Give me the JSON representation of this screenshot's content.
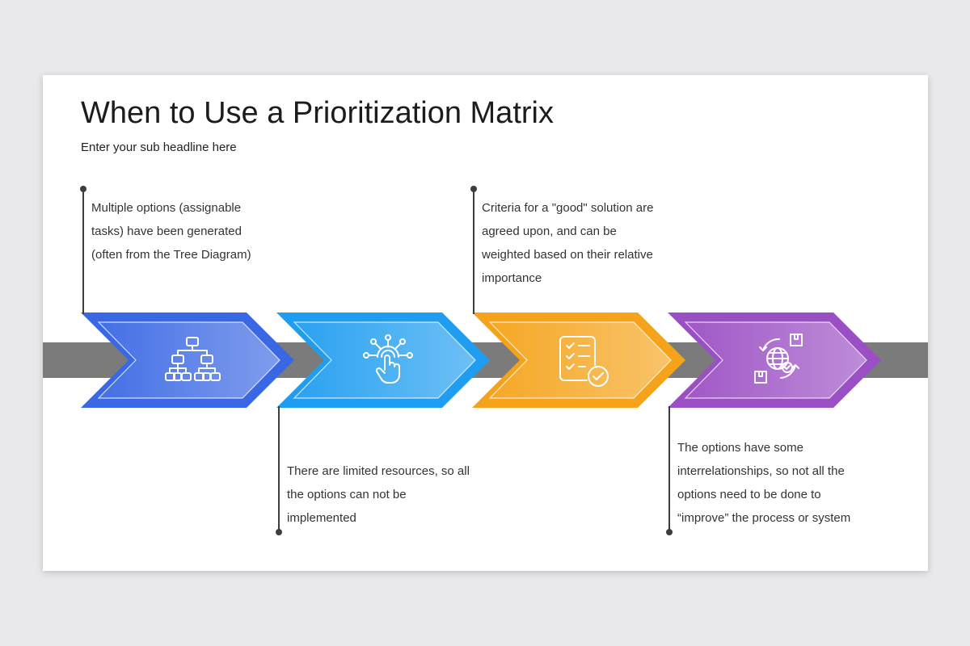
{
  "slide": {
    "title": "When to Use a Prioritization Matrix",
    "subtitle": "Enter your sub headline here"
  },
  "steps": [
    {
      "color": "#3a68e4",
      "icon": "hierarchy-icon",
      "lines": [
        "Multiple options (assignable",
        "tasks) have been generated",
        "(often from the Tree Diagram)"
      ]
    },
    {
      "color": "#1f9df0",
      "icon": "touch-network-icon",
      "lines": [
        "There are limited resources, so all",
        "the options can not be",
        "implemented"
      ]
    },
    {
      "color": "#f5a31a",
      "icon": "checklist-icon",
      "lines": [
        "Criteria for a \"good\" solution are",
        "agreed upon, and can be",
        "weighted based on their relative",
        "importance"
      ]
    },
    {
      "color": "#9b4fc4",
      "icon": "global-logistics-icon",
      "lines": [
        "The options have some",
        "interrelationships, so not all the",
        "options need to be done to",
        "“improve” the process or system"
      ]
    }
  ]
}
